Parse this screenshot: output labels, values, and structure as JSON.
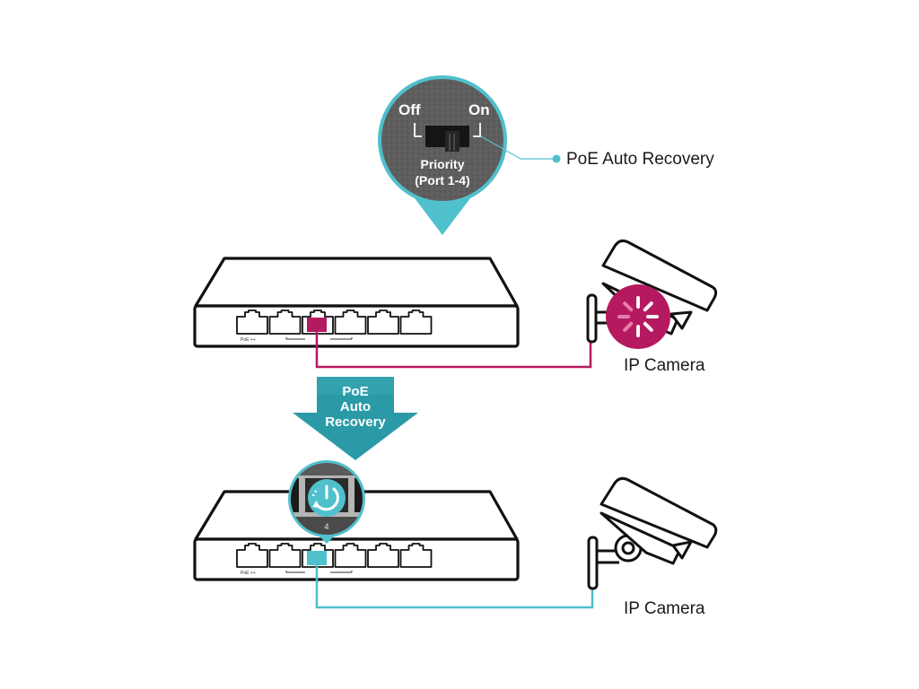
{
  "colors": {
    "teal": "#4fc0cc",
    "teal_dark": "#1f8e9a",
    "magenta": "#b5195f",
    "outline": "#111111",
    "zoom_bg": "#5d5d5d"
  },
  "callout": {
    "switch_off_label": "Off",
    "switch_on_label": "On",
    "switch_title_line1": "Priority",
    "switch_title_line2": "(Port 1-4)",
    "feature_label": "PoE Auto Recovery"
  },
  "top_scene": {
    "device": "switch",
    "port_count": 6,
    "active_port": 3,
    "port_label": "PoE ++",
    "camera_label": "IP Camera",
    "camera_status": "loading"
  },
  "arrow": {
    "line1": "PoE",
    "line2": "Auto",
    "line3": "Recovery"
  },
  "bottom_scene": {
    "device": "switch",
    "port_count": 6,
    "active_port": 3,
    "port_label": "PoE ++",
    "zoom_port_number": "4",
    "zoom_icon": "power-restart-icon",
    "camera_label": "IP Camera",
    "camera_status": "ok"
  }
}
